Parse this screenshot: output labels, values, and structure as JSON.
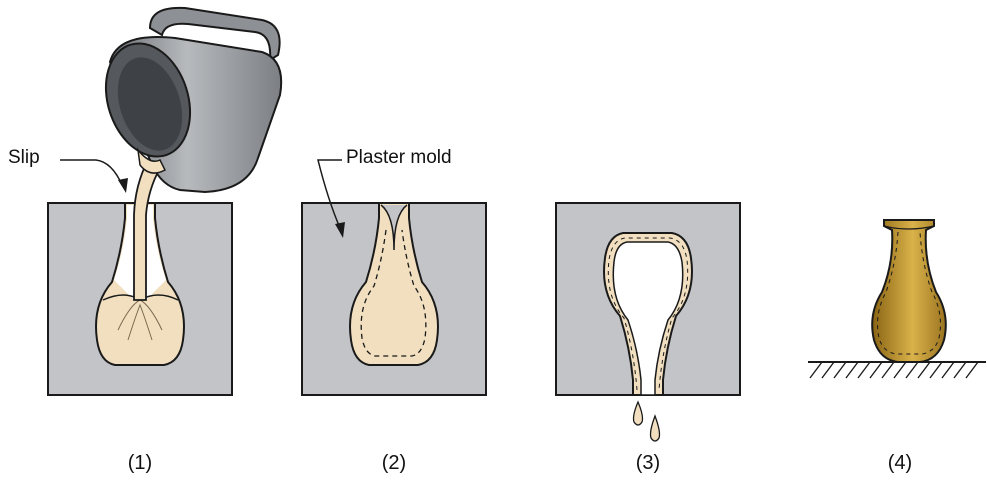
{
  "labels": {
    "slip": "Slip",
    "plaster_mold": "Plaster mold"
  },
  "steps": [
    "(1)",
    "(2)",
    "(3)",
    "(4)"
  ],
  "colors": {
    "mold": "#c3c4c7",
    "slip": "#f1dfc0",
    "pitcher": "#8d9094",
    "vase": "#c49a2c",
    "outline": "#1a1a1a"
  }
}
